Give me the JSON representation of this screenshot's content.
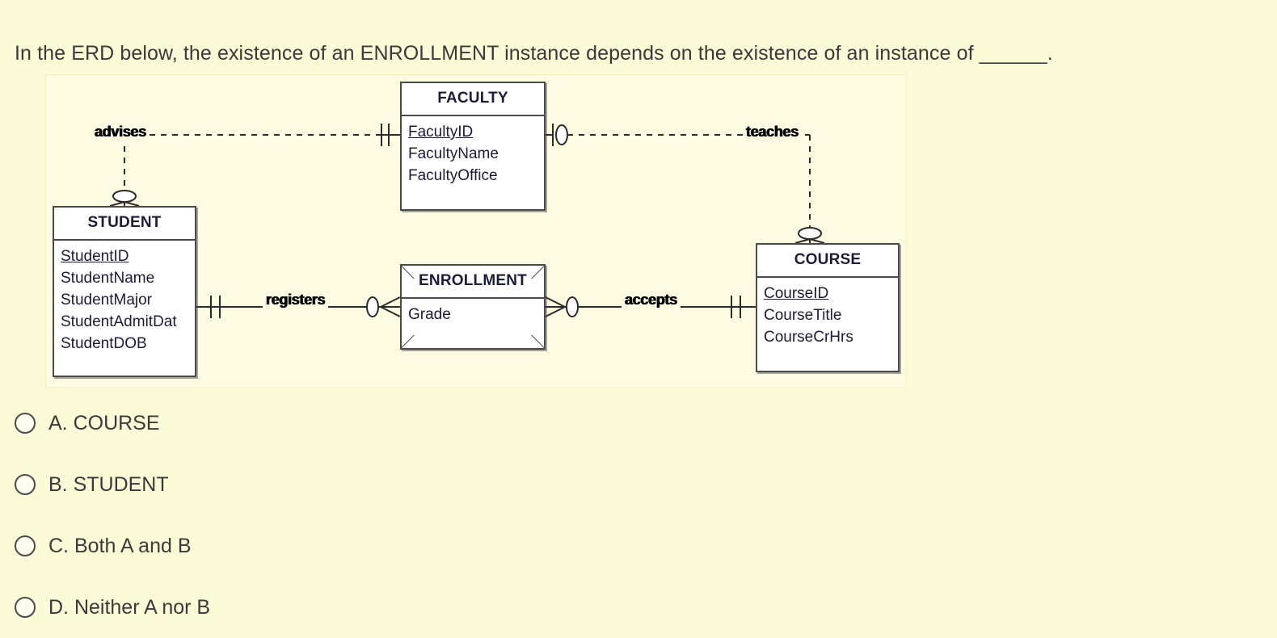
{
  "question": {
    "prompt": "In the ERD below, the existence of an ENROLLMENT instance depends on the existence of an instance of ______."
  },
  "diagram": {
    "type": "entity-relationship-diagram",
    "notation": "crows-foot",
    "entities": [
      {
        "id": "faculty",
        "name": "FACULTY",
        "weak": false,
        "attributes": [
          {
            "name": "FacultyID",
            "primary_key": true
          },
          {
            "name": "FacultyName",
            "primary_key": false
          },
          {
            "name": "FacultyOffice",
            "primary_key": false
          }
        ]
      },
      {
        "id": "student",
        "name": "STUDENT",
        "weak": false,
        "attributes": [
          {
            "name": "StudentID",
            "primary_key": true
          },
          {
            "name": "StudentName",
            "primary_key": false
          },
          {
            "name": "StudentMajor",
            "primary_key": false
          },
          {
            "name": "StudentAdmitDat",
            "primary_key": false
          },
          {
            "name": "StudentDOB",
            "primary_key": false
          }
        ]
      },
      {
        "id": "enrollment",
        "name": "ENROLLMENT",
        "weak": true,
        "attributes": [
          {
            "name": "Grade",
            "primary_key": false
          }
        ]
      },
      {
        "id": "course",
        "name": "COURSE",
        "weak": false,
        "attributes": [
          {
            "name": "CourseID",
            "primary_key": true
          },
          {
            "name": "CourseTitle",
            "primary_key": false
          },
          {
            "name": "CourseCrHrs",
            "primary_key": false
          }
        ]
      }
    ],
    "relationships": [
      {
        "id": "advises",
        "label": "advises",
        "from": "faculty",
        "to": "student",
        "line": "dashed",
        "from_cardinality": "one-and-only-one",
        "to_cardinality": "zero-or-many"
      },
      {
        "id": "teaches",
        "label": "teaches",
        "from": "faculty",
        "to": "course",
        "line": "dashed",
        "from_cardinality": "zero-or-one",
        "to_cardinality": "zero-or-many"
      },
      {
        "id": "registers",
        "label": "registers",
        "from": "student",
        "to": "enrollment",
        "line": "solid",
        "from_cardinality": "one-and-only-one",
        "to_cardinality": "zero-or-many"
      },
      {
        "id": "accepts",
        "label": "accepts",
        "from": "enrollment",
        "to": "course",
        "line": "solid",
        "from_cardinality": "zero-or-many",
        "to_cardinality": "one-and-only-one"
      }
    ]
  },
  "options": [
    {
      "id": "A",
      "label": "A. COURSE",
      "selected": false
    },
    {
      "id": "B",
      "label": "B. STUDENT",
      "selected": false
    },
    {
      "id": "C",
      "label": "C. Both A and B",
      "selected": false
    },
    {
      "id": "D",
      "label": "D. Neither A nor B",
      "selected": false
    }
  ],
  "colors": {
    "page_background": "#FCFBD8",
    "diagram_background": "#FDFCE2",
    "entity_fill": "#FFFFFF",
    "entity_border": "#4A4A4A",
    "text": "#3A3A3A",
    "entity_text": "#1B1B3A"
  }
}
